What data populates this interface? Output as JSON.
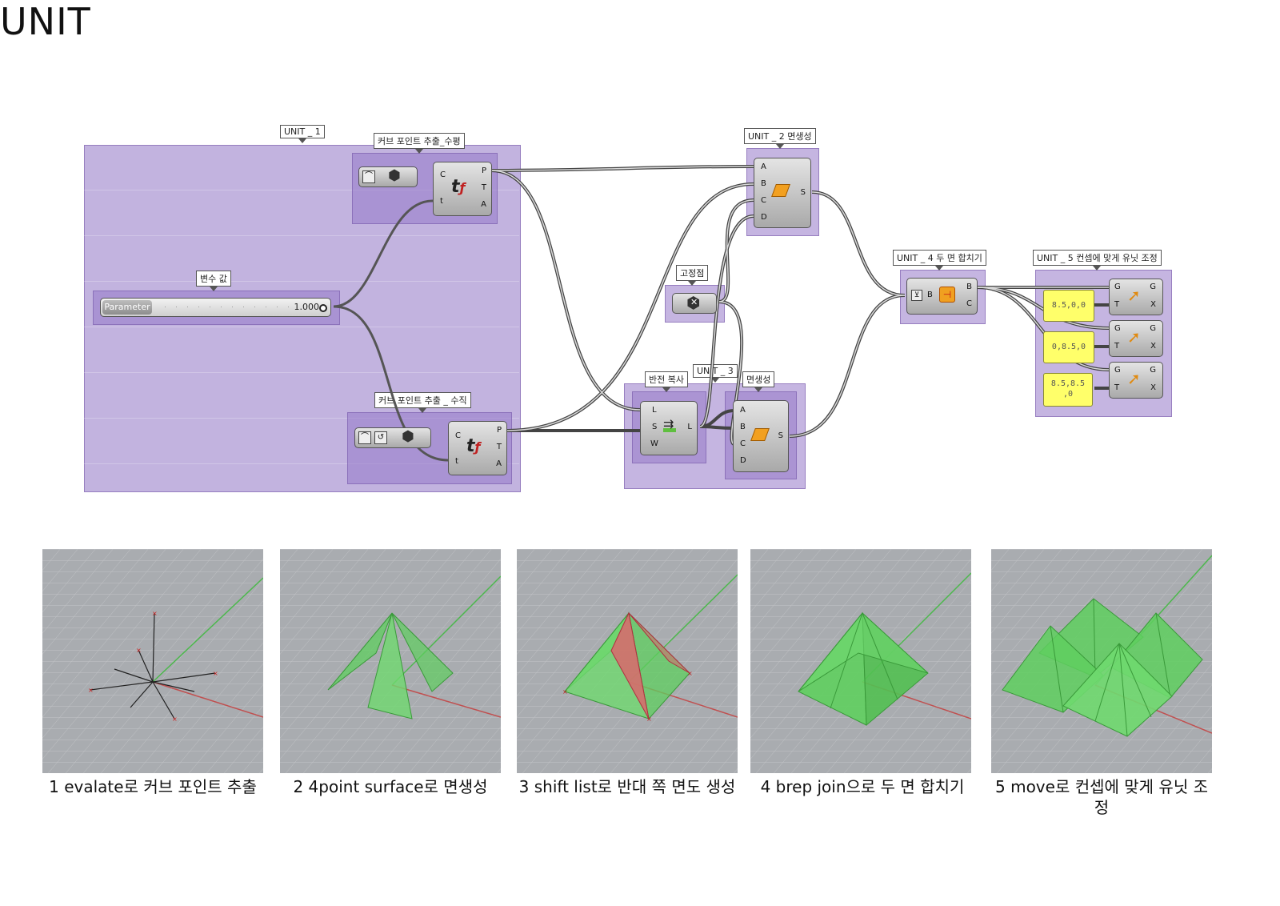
{
  "title": "UNIT",
  "groups": {
    "unit1": "UNIT _ 1",
    "curve_h": "커브 포인트 추출_수평",
    "variable": "변수 값",
    "curve_v": "커브 포인트 추출 _ 수직",
    "unit2": "UNIT _ 2 면생성",
    "fixed": "고정점",
    "mirror": "반전 복사",
    "unit3": "UNIT _ 3",
    "surface": "면생성",
    "unit4": "UNIT _ 4 두 면 합치기",
    "unit5": "UNIT _ 5 컨셉에 맞게 유닛 조정"
  },
  "slider": {
    "label": "Parameter",
    "value": "1.000"
  },
  "ports": {
    "eval_in": [
      "C",
      "t"
    ],
    "eval_out": [
      "P",
      "T",
      "A"
    ],
    "srf_in": [
      "A",
      "B",
      "C",
      "D"
    ],
    "srf_out": [
      "S"
    ],
    "shift_in": [
      "L",
      "S",
      "W"
    ],
    "shift_out": [
      "L"
    ],
    "join_in": [
      "B"
    ],
    "join_out": [
      "B",
      "C"
    ],
    "move_in": [
      "G",
      "T"
    ],
    "move_out": [
      "G",
      "X"
    ]
  },
  "panels": [
    "8.5,0,0",
    "0,8.5,0",
    "8.5,8.5\n,0"
  ],
  "captions": [
    "1 evalate로 커브 포인트 추출",
    "2 4point surface로 면생성",
    "3 shift list로 반대 쪽 면도 생성",
    "4 brep join으로 두 면 합치기",
    "5 move로 컨셉에 맞게 유닛 조정"
  ],
  "colors": {
    "group": "#c3b5de",
    "panel": "#ffff6a",
    "viewport": "#a9acb0",
    "green": "#5fcf5f",
    "red": "#e0606a"
  },
  "icons": [
    "curve-param-icon",
    "evaluate-curve-icon",
    "surface-4pt-icon",
    "point-icon",
    "shift-list-icon",
    "brep-join-icon",
    "move-icon"
  ]
}
